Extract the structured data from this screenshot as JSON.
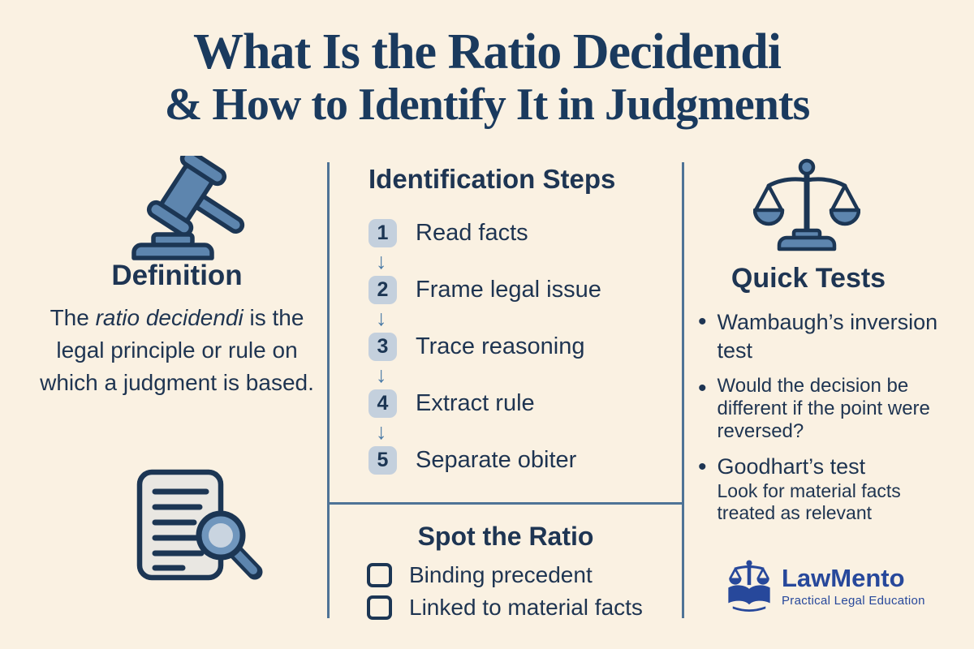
{
  "title": {
    "line1": "What Is the Ratio Decidendi",
    "line2": "& How to Identify It in Judgments"
  },
  "definition": {
    "heading": "Definition",
    "text_prefix": "The ",
    "term": "ratio decidendi",
    "text_suffix": " is the legal principle or rule on which a judgment is based."
  },
  "steps": {
    "heading": "Identification Steps",
    "items": [
      {
        "num": "1",
        "label": "Read facts"
      },
      {
        "num": "2",
        "label": "Frame legal issue"
      },
      {
        "num": "3",
        "label": "Trace reasoning"
      },
      {
        "num": "4",
        "label": "Extract rule"
      },
      {
        "num": "5",
        "label": "Separate obiter"
      }
    ]
  },
  "spot": {
    "heading": "Spot the Ratio",
    "items": [
      "Binding precedent",
      "Linked to material facts"
    ]
  },
  "quick_tests": {
    "heading": "Quick Tests",
    "bullets": [
      {
        "text": "Wambaugh’s inversion test"
      },
      {
        "text": "Would the decision be different if the point were reversed?"
      },
      {
        "text": "Goodhart’s test",
        "sub": "Look for material facts treated as relevant"
      }
    ]
  },
  "brand": {
    "name": "LawMento",
    "tagline": "Practical Legal Education"
  },
  "icons": {
    "gavel": "gavel-icon",
    "document_search": "document-search-icon",
    "scales": "scales-of-justice-icon",
    "step_arrow": "down-arrow-icon",
    "checkbox": "unchecked-checkbox",
    "brand_logo": "book-and-scales-logo-icon"
  },
  "colors": {
    "background": "#faf1e2",
    "navy_text": "#1e3451",
    "title_navy": "#1a3a5e",
    "steel_line": "#4e7396",
    "badge_bg": "#c4d0dd",
    "arrow_blue": "#4879a6",
    "icon_blue": "#5d85ae",
    "brand_blue": "#27489b"
  }
}
